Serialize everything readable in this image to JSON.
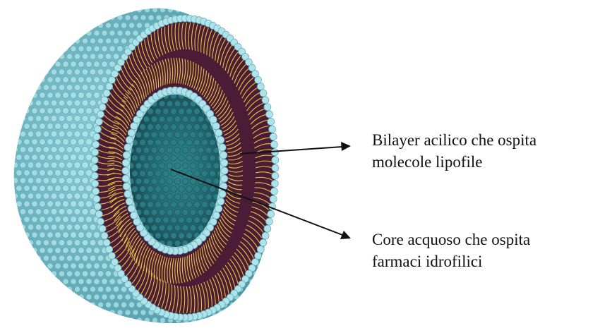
{
  "labels": {
    "bilayer": {
      "line1": "Bilayer acilico che ospita",
      "line2": "molecole lipofile"
    },
    "core": {
      "line1": "Core acquoso che ospita",
      "line2": "farmaci idrofilici"
    }
  },
  "colors": {
    "head_fill": "#aee3ea",
    "head_stroke": "#5fa6b4",
    "shell_base": "#6fb8c4",
    "bilayer_fill": "#4a1c36",
    "tail": "#e8c440",
    "core_fill": "#2c7f86",
    "core_dark": "#1d4f57",
    "arrow": "#111111"
  }
}
